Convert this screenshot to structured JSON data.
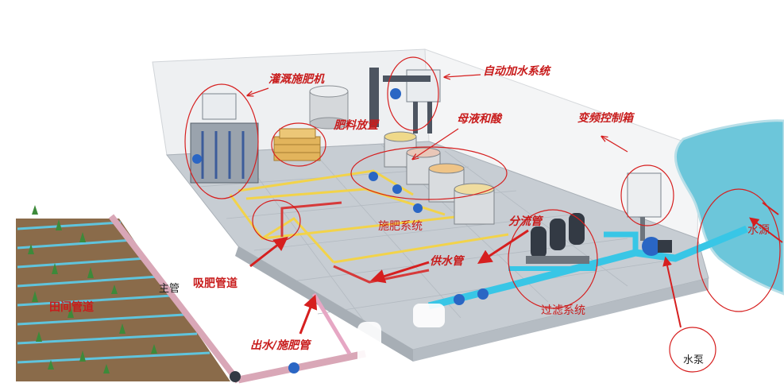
{
  "colors": {
    "annotation_red": "#d61f1f",
    "water_pipe": "#38c6e6",
    "fert_pipe_yellow": "#f2d34a",
    "fert_pipe_red": "#d63a3a",
    "main_pipe_pink": "#d9a7b7",
    "pool_water": "#6cc6da",
    "floor": "#c7cdd3"
  },
  "labels": {
    "fertigation_machine": "灌溉施肥机",
    "auto_water_system": "自动加水系统",
    "fertilizer_storage": "肥料放置",
    "mother_liquor_acid": "母液和酸",
    "vfd_control_box": "变频控制箱",
    "fertilization_system": "施肥系统",
    "manifold": "分流管",
    "water_source": "水源",
    "main_pipe": "主管",
    "suction_pipe": "吸肥管道",
    "supply_pipe": "供水管",
    "field_pipe": "田间管道",
    "outlet_pipe": "出水/施肥管",
    "filter_system": "过滤系统",
    "water_pump": "水泵"
  },
  "icons": [
    "arrow-icon",
    "tank-icon",
    "filter-icon",
    "pump-icon",
    "plant-icon"
  ]
}
